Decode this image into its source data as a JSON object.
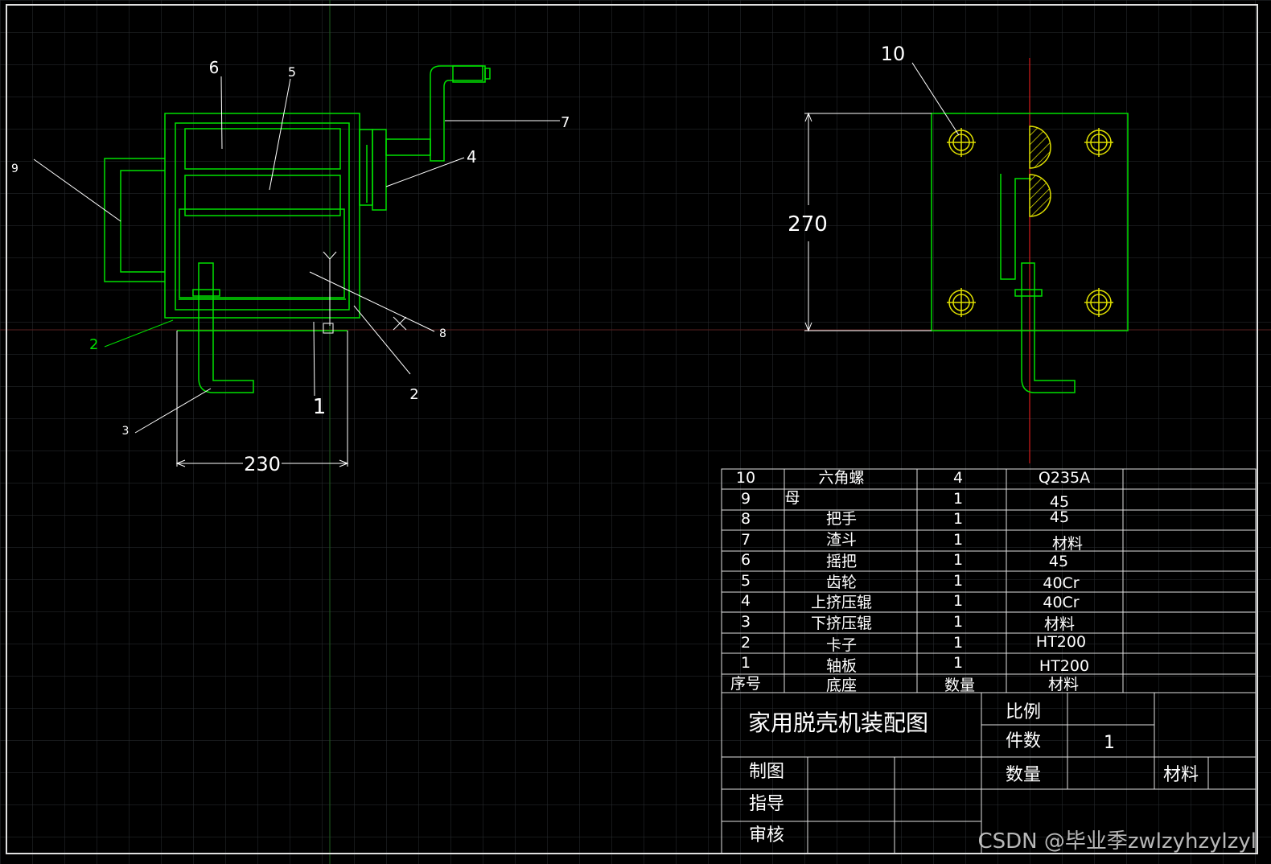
{
  "colors": {
    "background": "#000000",
    "grid": "#2b2f33",
    "frame": "#e0e0e0",
    "part": "#00e000",
    "annotation": "#ffffff",
    "bolt": "#e0e000",
    "axis": "#ff2020"
  },
  "labels": {
    "l10": "10",
    "l9": "9",
    "l8": "8",
    "l7": "7",
    "l6": "6",
    "l5": "5",
    "l4": "4",
    "l3": "3",
    "l2a": "2",
    "l2b": "2",
    "l1": "1",
    "dim230": "230",
    "dim270": "270"
  },
  "bom": {
    "rows": [
      {
        "no": "10",
        "name": "六角螺",
        "qty": "4",
        "material": "Q235A"
      },
      {
        "no": "9",
        "name": "母",
        "qty": "1",
        "material": "45"
      },
      {
        "no": "8",
        "name": "把手",
        "qty": "1",
        "material": "45"
      },
      {
        "no": "7",
        "name": "渣斗",
        "qty": "1",
        "material": "材料"
      },
      {
        "no": "6",
        "name": "摇把",
        "qty": "1",
        "material": "45"
      },
      {
        "no": "5",
        "name": "齿轮",
        "qty": "1",
        "material": "40Cr"
      },
      {
        "no": "4",
        "name": "上挤压辊",
        "qty": "1",
        "material": "40Cr"
      },
      {
        "no": "3",
        "name": "下挤压辊",
        "qty": "1",
        "material": "材料"
      },
      {
        "no": "2",
        "name": "卡子",
        "qty": "1",
        "material": "HT200"
      },
      {
        "no": "1",
        "name": "轴板",
        "qty": "1",
        "material": "HT200"
      }
    ],
    "header": {
      "no": "序号",
      "name": "底座",
      "qty": "数量",
      "material": "材料"
    }
  },
  "title_block": {
    "title": "家用脱壳机装配图",
    "scale_label": "比例",
    "pieces_label": "件数",
    "pieces_value": "1",
    "qty_label": "数量",
    "material_label": "材料",
    "drawn": "制图",
    "guide": "指导",
    "review": "审核"
  },
  "watermark": "CSDN @毕业季zwlzyhzylzyl"
}
